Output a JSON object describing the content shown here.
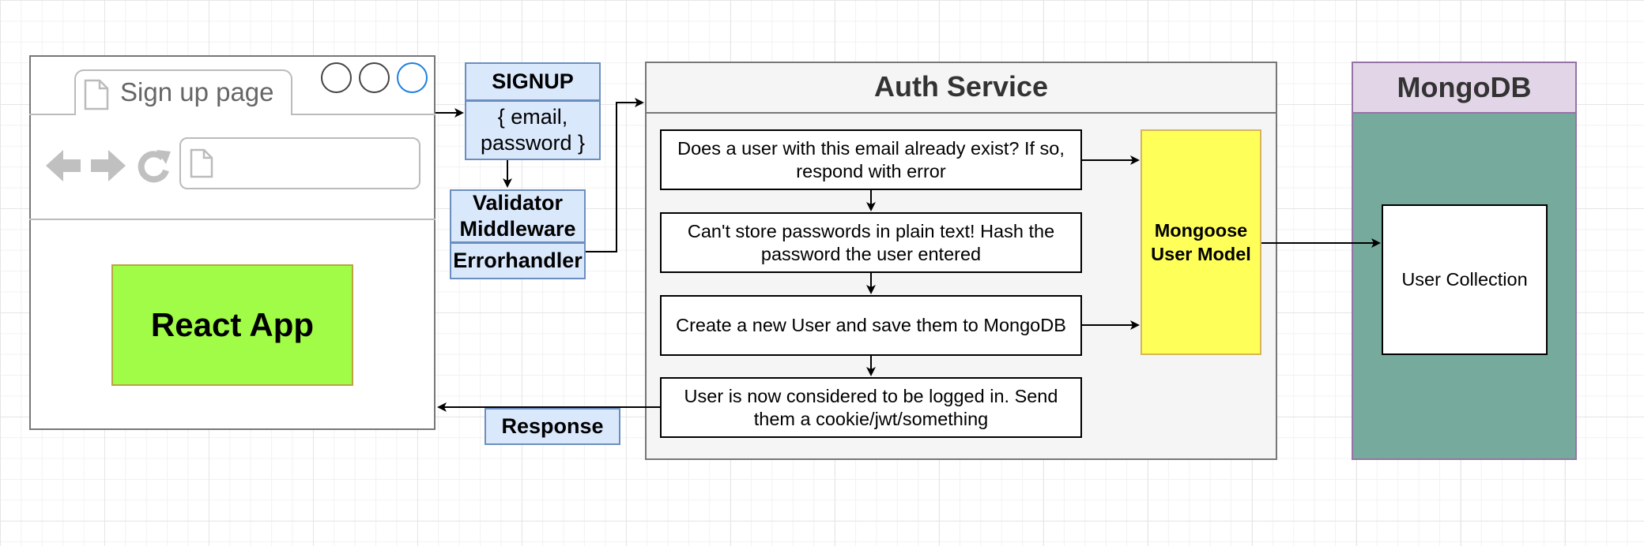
{
  "browser": {
    "tab_label": "Sign up page",
    "app_label": "React App"
  },
  "signup": {
    "title": "SIGNUP",
    "body_line1": "{ email,",
    "body_line2": "password }"
  },
  "middleware": {
    "validator_line1": "Validator",
    "validator_line2": "Middleware",
    "errorhandler": "Errorhandler"
  },
  "response_label": "Response",
  "auth_service": {
    "title": "Auth Service",
    "steps": [
      {
        "line1": "Does a user with this email already exist? If so,",
        "line2": "respond with error"
      },
      {
        "line1": "Can't store passwords in plain text!  Hash the",
        "line2": "password the user entered"
      },
      {
        "line1": "Create a new User and save them to MongoDB",
        "line2": ""
      },
      {
        "line1": "User is now considered to be logged in.  Send",
        "line2": "them a cookie/jwt/something"
      }
    ],
    "mongoose_line1": "Mongoose",
    "mongoose_line2": "User Model"
  },
  "mongodb": {
    "title": "MongoDB",
    "collection_label": "User Collection"
  },
  "colors": {
    "react_fill": "#a1fc47",
    "blue_fill": "#dae8fc",
    "blue_stroke": "#6c8ebf",
    "mongoose_fill": "#ffff5a",
    "mongo_fill": "#75aa9d",
    "mongo_header_fill": "#e1d5e7",
    "auth_fill": "#f5f5f5"
  }
}
